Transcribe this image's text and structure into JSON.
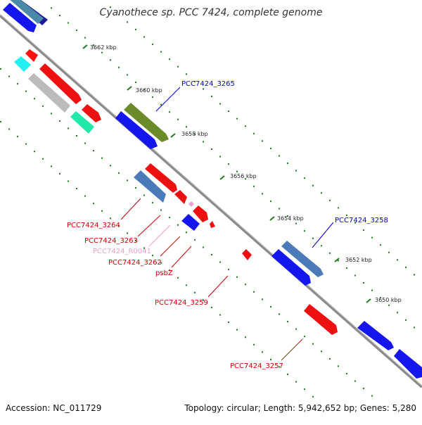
{
  "title": "Cyanothece sp. PCC 7424, complete genome",
  "footer": {
    "accession": "Accession: NC_011729",
    "info": "Topology: circular; Length: 5,942,652 bp; Genes: 5,280"
  },
  "colors": {
    "backbone": "#808080",
    "dots": "#1f7a1f",
    "tick": "#1f7a1f",
    "label_blue": "#0000cc",
    "label_red": "#cc0000",
    "label_pink": "#e9a0c8"
  },
  "scale": {
    "ticks": [
      {
        "label": "3662 kbp"
      },
      {
        "label": "3660 kbp"
      },
      {
        "label": "3658 kbp"
      },
      {
        "label": "3656 kbp"
      },
      {
        "label": "3654 kbp"
      },
      {
        "label": "3652 kbp"
      },
      {
        "label": "3650 kbp"
      }
    ]
  },
  "gene_labels": [
    {
      "name": "gene-label-PCC7424_3265",
      "text": "PCC7424_3265",
      "color": "#0000cc"
    },
    {
      "name": "gene-label-PCC7424_3258",
      "text": "PCC7424_3258",
      "color": "#0000cc"
    },
    {
      "name": "gene-label-PCC7424_3264",
      "text": "PCC7424_3264",
      "color": "#cc0000"
    },
    {
      "name": "gene-label-PCC7424_3263",
      "text": "PCC7424_3263",
      "color": "#cc0000"
    },
    {
      "name": "gene-label-PCC7424_R0041",
      "text": "PCC7424_R0041",
      "color": "#e9a0c8"
    },
    {
      "name": "gene-label-PCC7424_3262",
      "text": "PCC7424_3262",
      "color": "#cc0000"
    },
    {
      "name": "gene-label-psbZ",
      "text": "psbZ",
      "color": "#cc0000"
    },
    {
      "name": "gene-label-PCC7424_3259",
      "text": "PCC7424_3259",
      "color": "#cc0000"
    },
    {
      "name": "gene-label-PCC7424_3257",
      "text": "PCC7424_3257",
      "color": "#cc0000"
    }
  ]
}
